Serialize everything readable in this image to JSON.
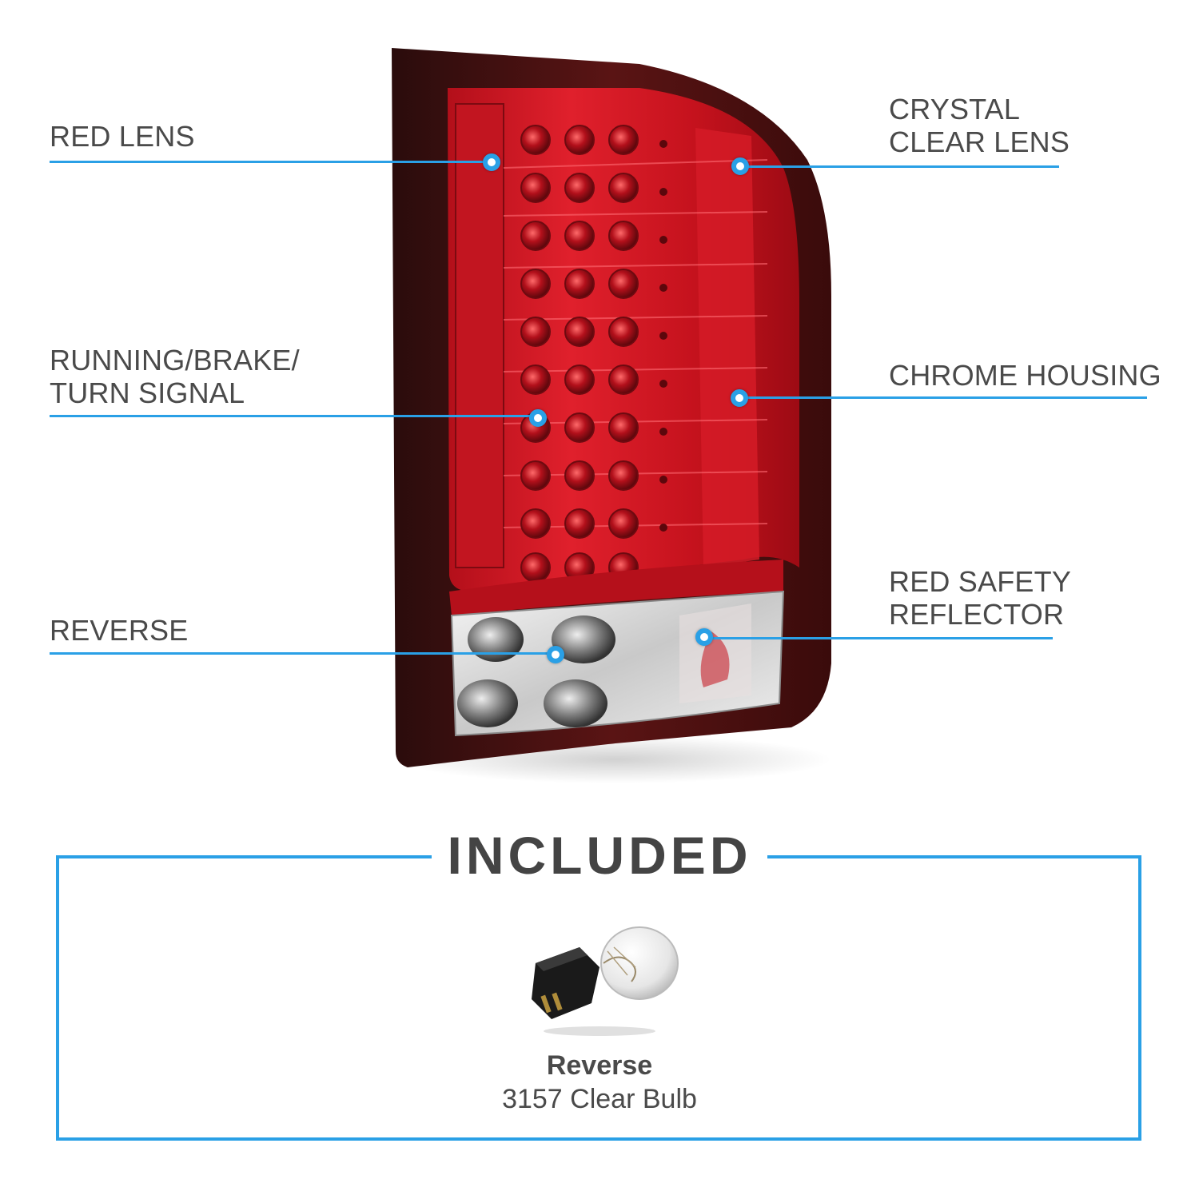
{
  "callouts": {
    "red_lens": {
      "lines": [
        "RED LENS"
      ]
    },
    "crystal_clear_lens": {
      "lines": [
        "CRYSTAL",
        "CLEAR LENS"
      ]
    },
    "running_brake_turn": {
      "lines": [
        "RUNNING/BRAKE/",
        "TURN SIGNAL"
      ]
    },
    "chrome_housing": {
      "lines": [
        "CHROME HOUSING"
      ]
    },
    "reverse": {
      "lines": [
        "REVERSE"
      ]
    },
    "red_safety_reflector": {
      "lines": [
        "RED SAFETY",
        "REFLECTOR"
      ]
    }
  },
  "included": {
    "title": "INCLUDED",
    "item": {
      "name": "Reverse",
      "description": "3157 Clear Bulb"
    }
  },
  "colors": {
    "accent": "#2aa0e6",
    "text": "#4a4a4a",
    "lens_red": "#c8101e"
  }
}
